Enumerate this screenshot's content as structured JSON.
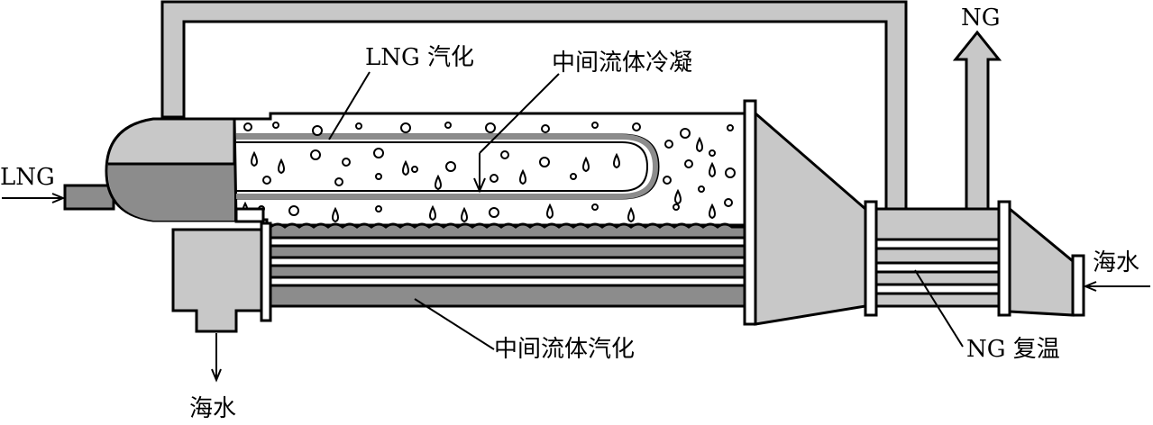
{
  "labels": {
    "lng_inlet": "LNG",
    "lng_vaporization": "LNG 汽化",
    "intermediate_condensation": "中间流体冷凝",
    "ng_outlet": "NG",
    "seawater_inlet": "海水",
    "seawater_outlet": "海水",
    "intermediate_vaporization": "中间流体汽化",
    "ng_reheating": "NG 复温"
  }
}
